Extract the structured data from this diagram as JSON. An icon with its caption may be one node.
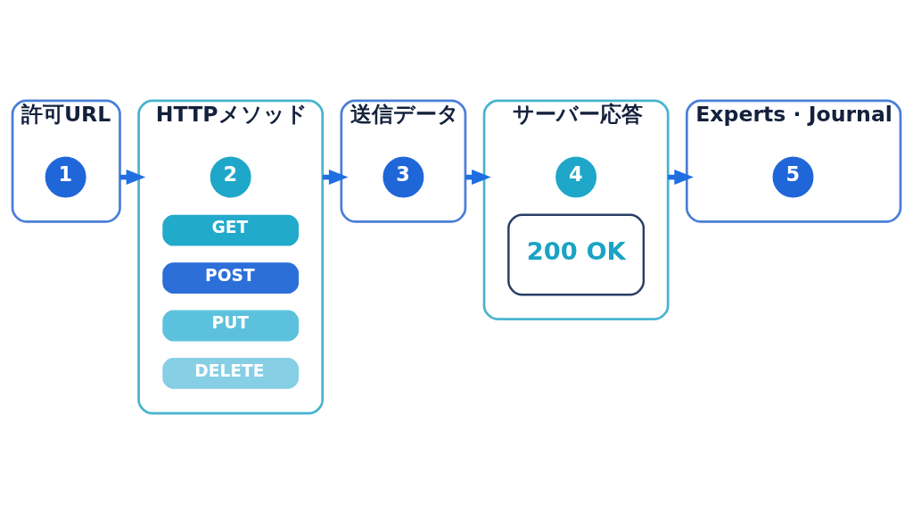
{
  "diagram": {
    "nodes": [
      {
        "text": [
          "許可URL"
        ]
      },
      {
        "text": [
          "1"
        ],
        "in": 0
      },
      {
        "text": [
          "HTTPメソッド"
        ]
      },
      {
        "text": [
          "2"
        ],
        "in": 2
      },
      {
        "text": [
          "GET"
        ],
        "in": 2
      },
      {
        "text": [
          "POST"
        ],
        "in": 2
      },
      {
        "text": [
          "PUT"
        ],
        "in": 2
      },
      {
        "text": [
          "DELETE"
        ],
        "in": 2
      },
      {
        "text": [
          "送信データ"
        ]
      },
      {
        "text": [
          "3"
        ],
        "in": 8
      },
      {
        "text": [
          "サーバー応答"
        ]
      },
      {
        "text": [
          "4"
        ],
        "in": 10
      },
      {
        "text": [
          "200 OK"
        ],
        "in": 10
      },
      {
        "text": [
          "Experts · Journal"
        ]
      },
      {
        "text": [
          "5"
        ],
        "in": 13
      }
    ],
    "edges": [
      {
        "from": 0,
        "to": 2,
        "arrow": "to"
      },
      {
        "from": 2,
        "to": 8,
        "arrow": "to"
      },
      {
        "from": 8,
        "to": 10,
        "arrow": "to"
      },
      {
        "from": 10,
        "to": 13,
        "arrow": "to"
      }
    ]
  }
}
